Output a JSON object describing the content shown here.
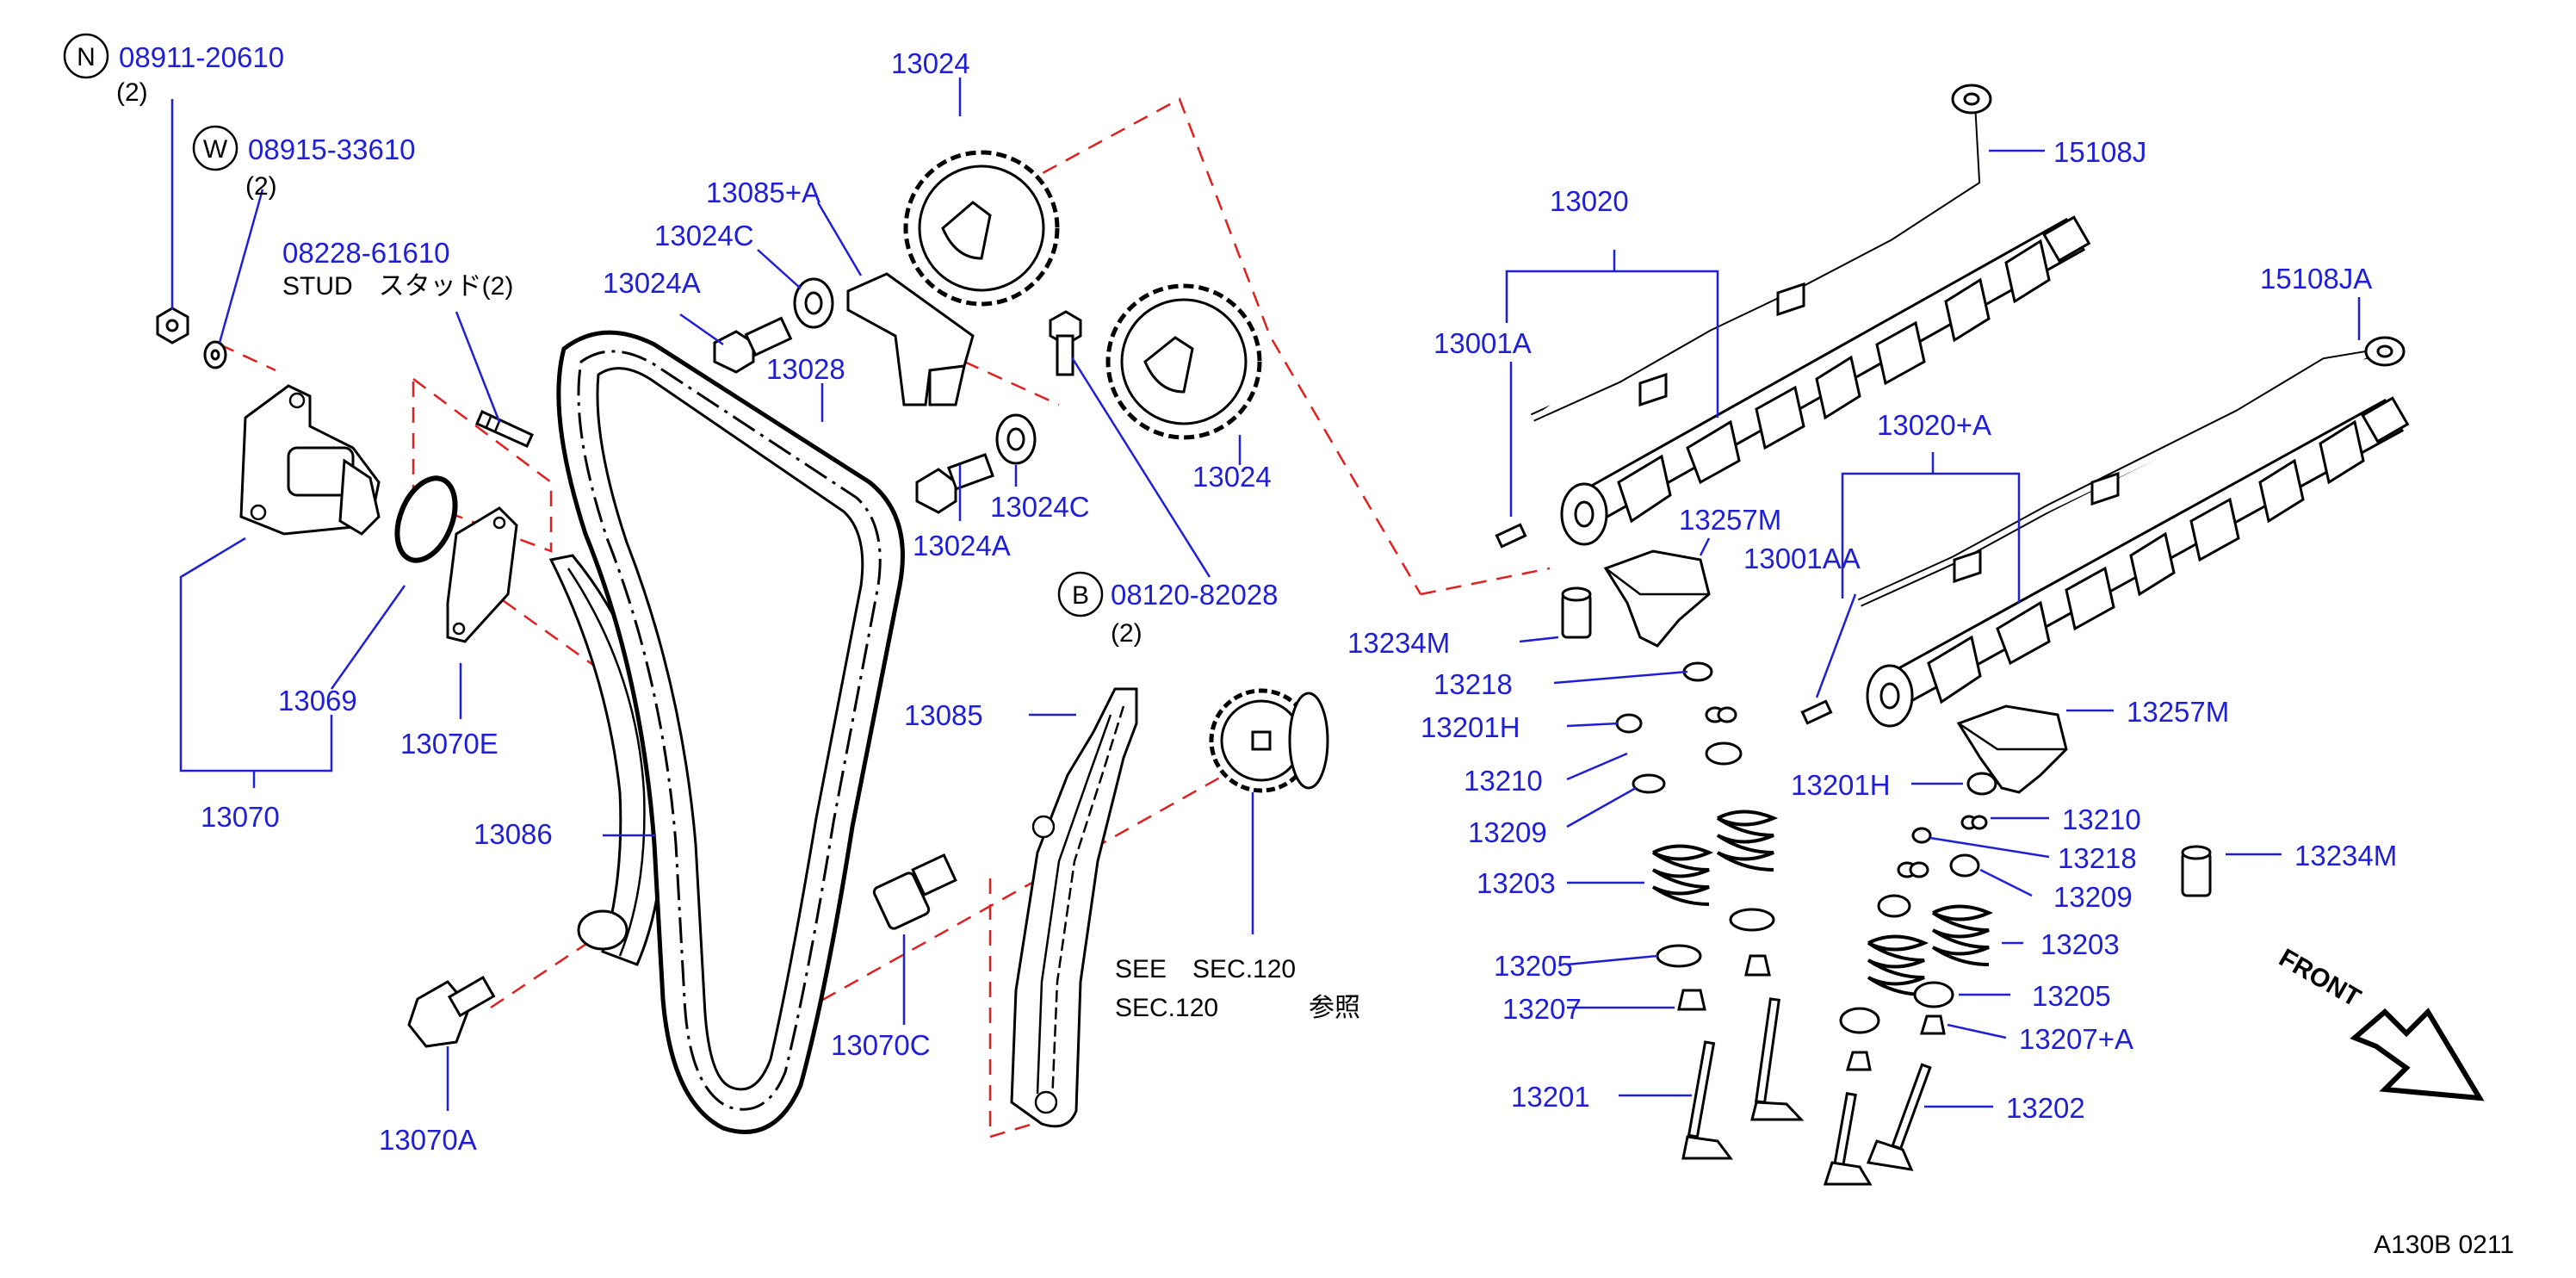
{
  "diagram": {
    "footer_code": "A130B   0211",
    "front_label": "FRONT",
    "colors": {
      "label": "#1f1fd6",
      "dashed_line": "#e0201e",
      "drawing": "#000000"
    },
    "callouts": {
      "n_symbol": "N",
      "n_part": "08911-20610",
      "n_qty": "(2)",
      "w_symbol": "W",
      "w_part": "08915-33610",
      "w_qty": "(2)",
      "stud_part": "08228-61610",
      "stud_desc": "STUD　スタッド(2)",
      "b_symbol": "B",
      "b_part": "08120-82028",
      "b_qty": "(2)",
      "see_line1": "SEE　SEC.120",
      "see_line2": "SEC.120",
      "see_jp": "参照"
    },
    "labels": {
      "l13024_top": "13024",
      "l13085a": "13085+A",
      "l13024c_top": "13024C",
      "l13024a_top": "13024A",
      "l13028": "13028",
      "l13024_right": "13024",
      "l13024c_low": "13024C",
      "l13024a_low": "13024A",
      "l13085": "13085",
      "l13070c": "13070C",
      "l13069": "13069",
      "l13070e": "13070E",
      "l13070": "13070",
      "l13086": "13086",
      "l13070a": "13070A",
      "l15108j": "15108J",
      "l13020": "13020",
      "l13001a": "13001A",
      "l15108ja": "15108JA",
      "l13020a": "13020+A",
      "l13257m_left": "13257M",
      "l13001aa": "13001AA",
      "l13234m_left": "13234M",
      "l13218_left": "13218",
      "l13201h_left": "13201H",
      "l13210_left": "13210",
      "l13209_left": "13209",
      "l13203_left": "13203",
      "l13205_left": "13205",
      "l13207": "13207",
      "l13201": "13201",
      "l13257m_right": "13257M",
      "l13201h_right": "13201H",
      "l13210_right": "13210",
      "l13218_right": "13218",
      "l13234m_right": "13234M",
      "l13209_right": "13209",
      "l13203_right": "13203",
      "l13205_right": "13205",
      "l13207a": "13207+A",
      "l13202": "13202"
    }
  }
}
